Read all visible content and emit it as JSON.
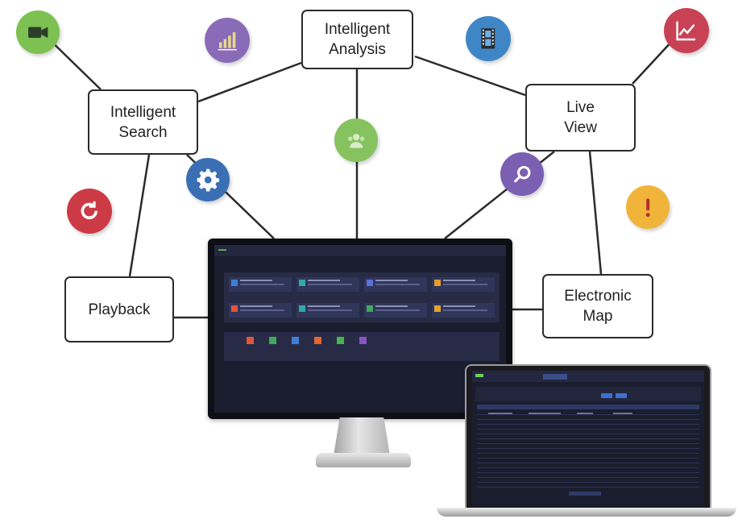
{
  "nodes": [
    {
      "id": "intelligent-analysis",
      "lines": [
        "Intelligent",
        "Analysis"
      ]
    },
    {
      "id": "intelligent-search",
      "lines": [
        "Intelligent",
        "Search"
      ]
    },
    {
      "id": "live-view",
      "lines": [
        "Live",
        "View"
      ]
    },
    {
      "id": "playback",
      "lines": [
        "Playback"
      ]
    },
    {
      "id": "electronic-map",
      "lines": [
        "Electronic",
        "Map"
      ]
    }
  ],
  "icons": [
    {
      "name": "video-camera-icon",
      "color": "#7cc151"
    },
    {
      "name": "bar-chart-icon",
      "color": "#8a6bb8"
    },
    {
      "name": "film-icon",
      "color": "#3f86c7"
    },
    {
      "name": "line-chart-icon",
      "color": "#c94155"
    },
    {
      "name": "people-icon",
      "color": "#86c35f"
    },
    {
      "name": "gear-icon",
      "color": "#3b6fb4"
    },
    {
      "name": "magnifier-icon",
      "color": "#7a5fb3"
    },
    {
      "name": "refresh-icon",
      "color": "#cc3a45"
    },
    {
      "name": "alert-icon",
      "color": "#f1b43a"
    }
  ],
  "colors": {
    "line": "#2b2b2b",
    "screen_bg": "#1a1d2e",
    "accent_green": "#6fcf5a"
  }
}
